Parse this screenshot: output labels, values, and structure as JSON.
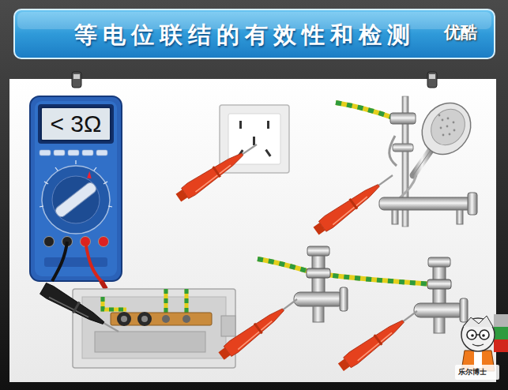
{
  "diagram": {
    "title": "等电位联结的有效性和检测",
    "nodes": [
      {
        "text": [
          "< 3Ω"
        ]
      }
    ],
    "labels": [
      "优酷",
      "乐尔博士"
    ]
  }
}
